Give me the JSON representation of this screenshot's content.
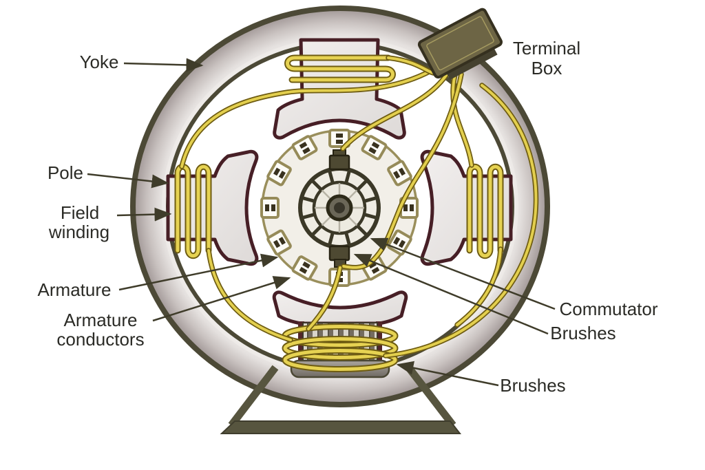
{
  "diagram": {
    "type": "labeled-diagram",
    "subject": "DC motor cross-section",
    "labels": {
      "yoke": "Yoke",
      "pole": "Pole",
      "field_winding": {
        "line1": "Field",
        "line2": "winding"
      },
      "armature": "Armature",
      "armature_conductors": {
        "line1": "Armature",
        "line2": "conductors"
      },
      "commutator": "Commutator",
      "brushes_upper": "Brushes",
      "brushes_lower": "Brushes",
      "terminal_box": {
        "line1": "Terminal",
        "line2": "Box"
      }
    },
    "colors": {
      "background": "#ffffff",
      "outline_dark": "#4c4936",
      "yoke_band_light": "#ece8e6",
      "yoke_band_dark": "#a09795",
      "pole_outline": "#471f26",
      "pole_fill": "#ece8e6",
      "coil_yellow": "#e3cf4e",
      "coil_edge": "#6e5c12",
      "armature_fill": "#f2efe8",
      "armature_trim": "#968b59",
      "commutator_dark": "#3b3827",
      "hub_fill": "#6b6758",
      "brush_fill": "#4e4932",
      "terminal_box_fill": "#6d6545",
      "stand_fill": "#57553f",
      "lamination_light": "#d8d4cb",
      "lamination_dark": "#746c60",
      "label_text": "#2b2b26",
      "arrow": "#3f3c2a"
    }
  }
}
